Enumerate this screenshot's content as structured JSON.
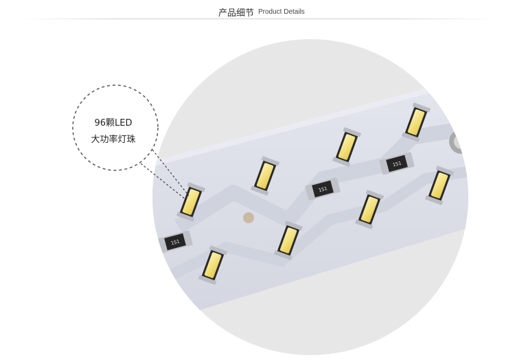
{
  "header": {
    "title_cn": "产品细节",
    "title_en": "Product Details"
  },
  "callout": {
    "line1": "96颗LED",
    "line2": "大功率灯珠"
  },
  "resistor_code": "151",
  "colors": {
    "circle_bg": "#e6e6e6",
    "board": "#dde0ea",
    "led_yellow": "#f3e38a",
    "chip_frame": "#2b2b2b",
    "solder": "#b5b8bd"
  }
}
